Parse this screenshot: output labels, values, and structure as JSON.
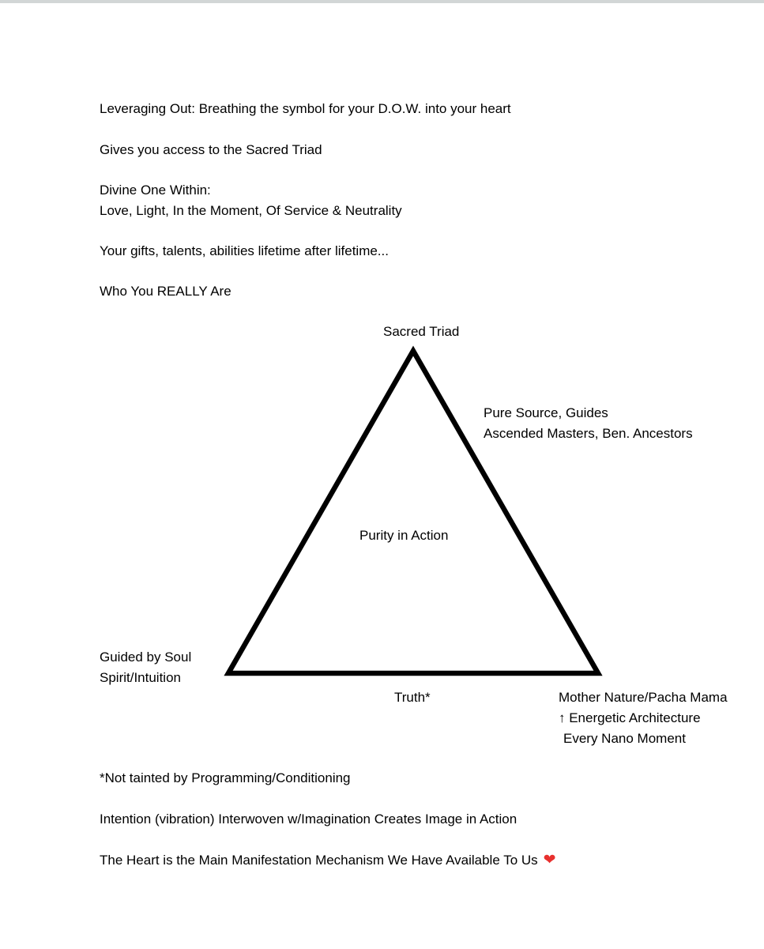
{
  "page": {
    "background": "#ffffff",
    "text_color": "#000000",
    "top_strip_color": "#d2d6d6"
  },
  "intro": {
    "line1": "Leveraging Out: Breathing the symbol for your D.O.W. into your heart",
    "line2": "Gives you access to the Sacred Triad",
    "line3a": "Divine One Within:",
    "line3b": "Love, Light, In the Moment, Of Service & Neutrality",
    "line4": "Your gifts, talents, abilities lifetime after lifetime...",
    "line5": "Who You REALLY Are"
  },
  "diagram": {
    "title": "Sacred Triad",
    "triangle_stroke": "#000000",
    "center_label": "Purity in Action",
    "top_right_label_line1": "Pure Source, Guides",
    "top_right_label_line2": "Ascended Masters, Ben. Ancestors",
    "bottom_left_label_line1": "Guided by Soul",
    "bottom_left_label_line2": "Spirit/Intuition",
    "bottom_center_label": "Truth*",
    "bottom_right_label_line1": "Mother Nature/Pacha Mama",
    "bottom_right_label_line2": "↑ Energetic Architecture",
    "bottom_right_label_line3": "Every Nano Moment"
  },
  "footer": {
    "line1": "*Not tainted by Programming/Conditioning",
    "line2": "Intention (vibration) Interwoven w/Imagination Creates Image in Action",
    "line3": "The Heart is the Main Manifestation Mechanism We Have Available To Us",
    "heart": "❤",
    "heart_color": "#e8302e"
  }
}
